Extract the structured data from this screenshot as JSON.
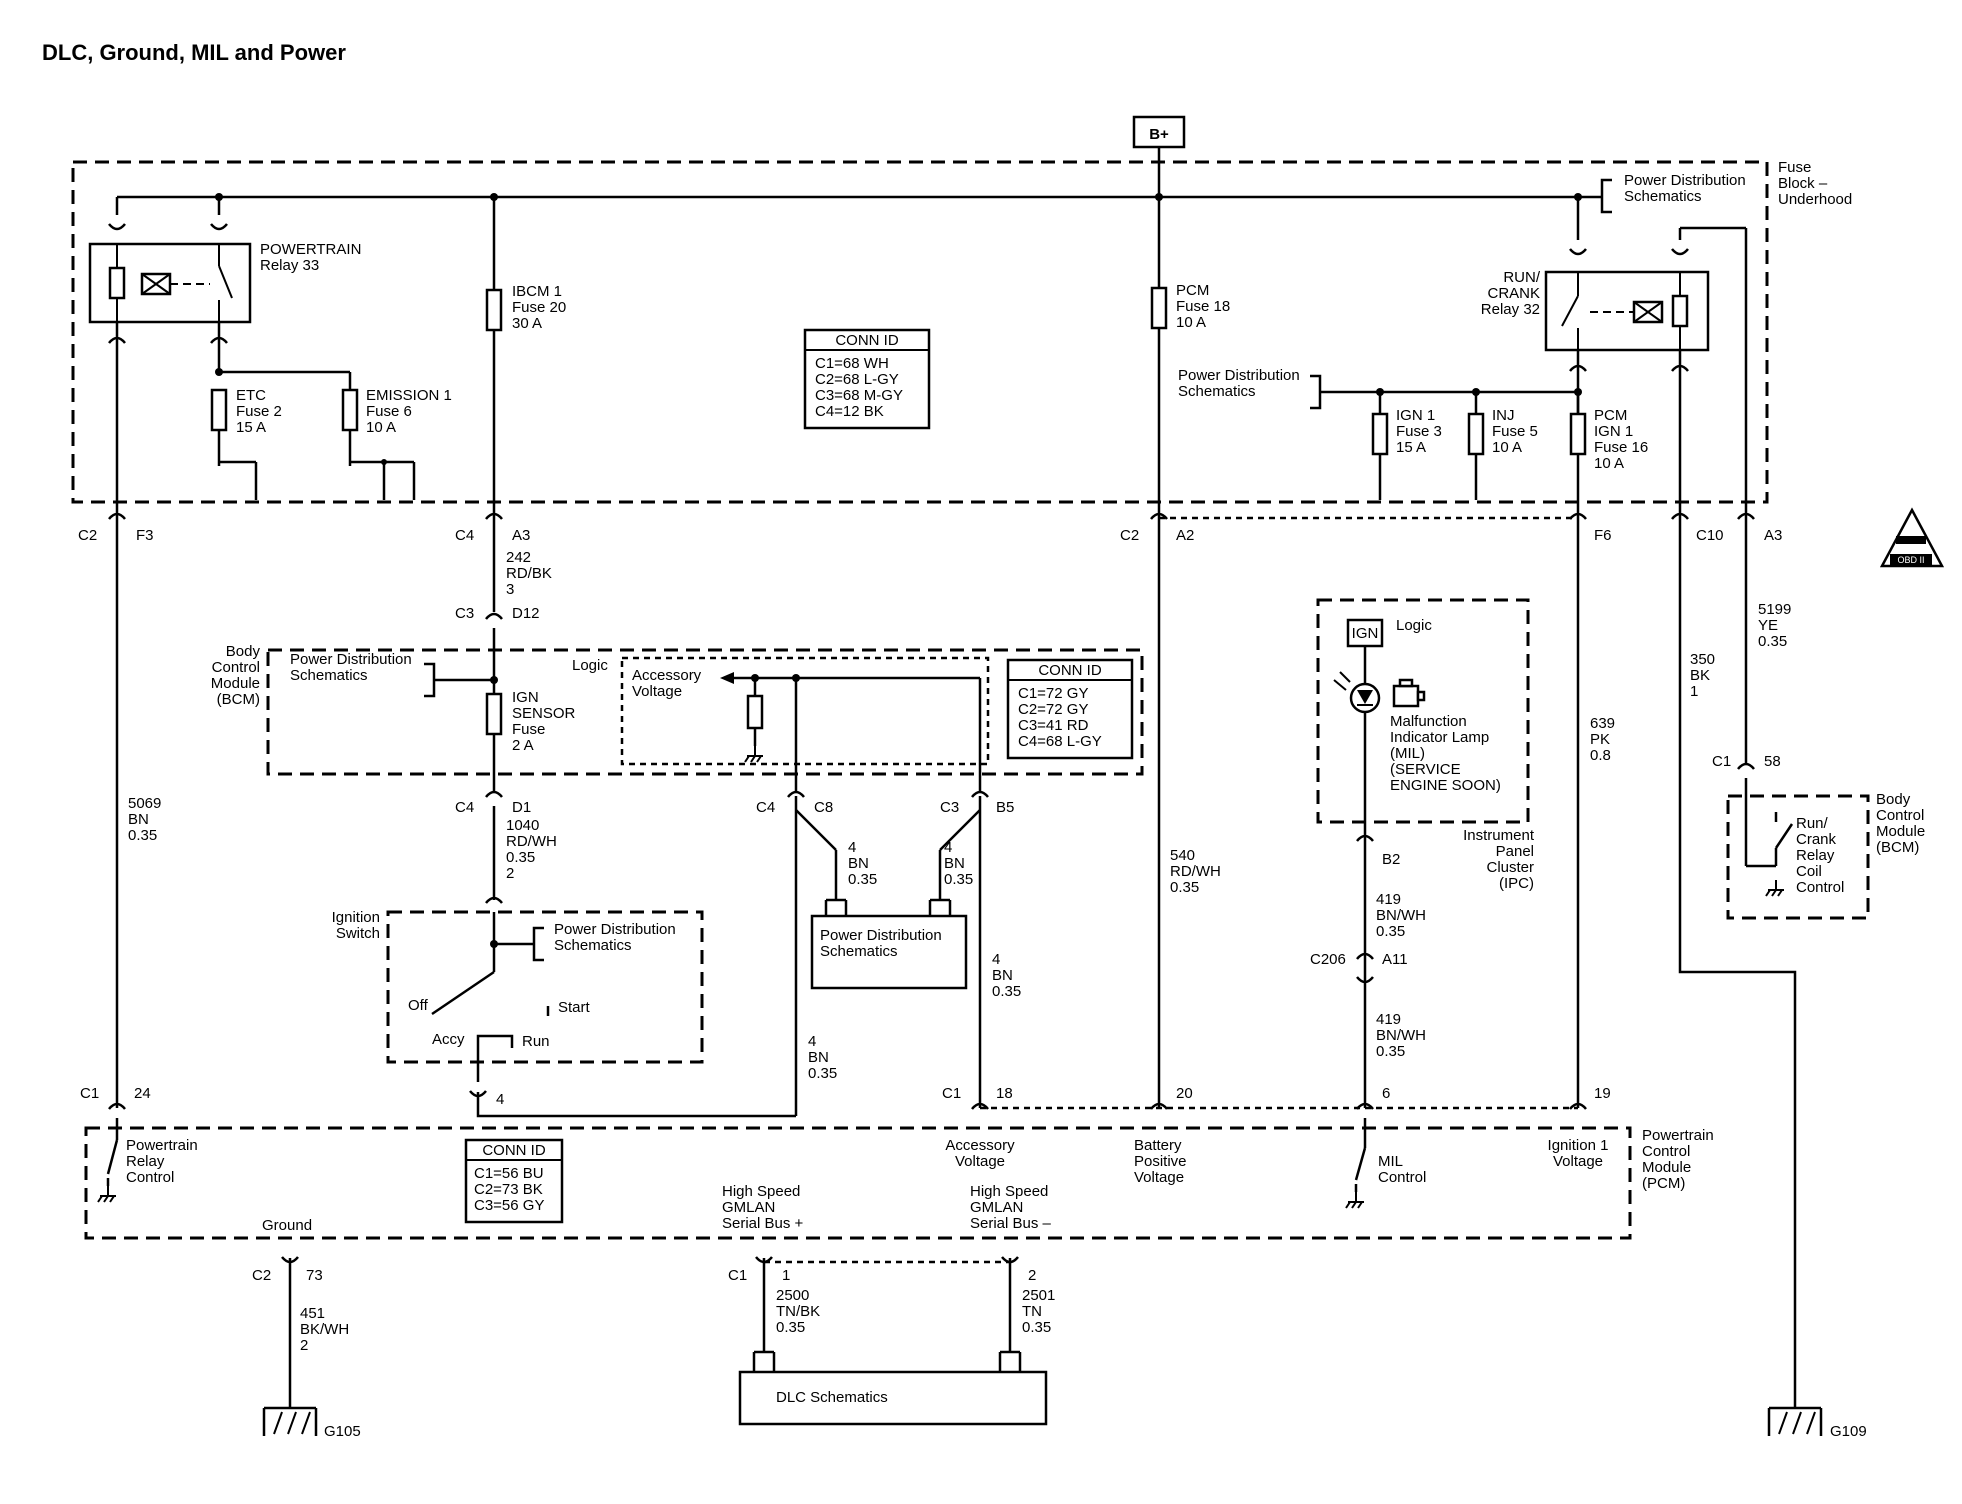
{
  "title": "DLC, Ground, MIL and Power",
  "b_plus": "B+",
  "fuse_block": {
    "label": [
      "Fuse",
      "Block –",
      "Underhood"
    ],
    "pd_top": [
      "Power Distribution",
      "Schematics"
    ],
    "powertrain_relay": [
      "POWERTRAIN",
      "Relay 33"
    ],
    "etc_fuse": [
      "ETC",
      "Fuse 2",
      "15 A"
    ],
    "emission_fuse": [
      "EMISSION 1",
      "Fuse 6",
      "10 A"
    ],
    "ibcm_fuse": [
      "IBCM 1",
      "Fuse 20",
      "30 A"
    ],
    "pcm_fuse": [
      "PCM",
      "Fuse 18",
      "10 A"
    ],
    "run_crank_relay": [
      "RUN/",
      "CRANK",
      "Relay 32"
    ],
    "pd_mid": [
      "Power Distribution",
      "Schematics"
    ],
    "ign1_fuse": [
      "IGN 1",
      "Fuse 3",
      "15 A"
    ],
    "inj_fuse": [
      "INJ",
      "Fuse 5",
      "10 A"
    ],
    "pcm_ign1_fuse": [
      "PCM",
      "IGN 1",
      "Fuse 16",
      "10 A"
    ],
    "conn_id_title": "CONN ID",
    "conn_id": [
      "C1=68 WH",
      "C2=68 L-GY",
      "C3=68 M-GY",
      "C4=12 BK"
    ]
  },
  "fb_connectors": {
    "c2_f3": [
      "C2",
      "F3"
    ],
    "c4_a3": [
      "C4",
      "A3"
    ],
    "c2_a2": [
      "C2",
      "A2"
    ],
    "f6": "F6",
    "c10": "C10",
    "a3": "A3"
  },
  "wires": {
    "w242": [
      "242",
      "RD/BK",
      "3"
    ],
    "w5069": [
      "5069",
      "BN",
      "0.35"
    ],
    "w1040": [
      "1040",
      "RD/WH",
      "0.35",
      "2"
    ],
    "w540": [
      "540",
      "RD/WH",
      "0.35"
    ],
    "w639": [
      "639",
      "PK",
      "0.8"
    ],
    "w350": [
      "350",
      "BK",
      "1"
    ],
    "w5199": [
      "5199",
      "YE",
      "0.35"
    ],
    "w419a": [
      "419",
      "BN/WH",
      "0.35"
    ],
    "w419b": [
      "419",
      "BN/WH",
      "0.35"
    ],
    "w4a": [
      "4",
      "BN",
      "0.35"
    ],
    "w4b": [
      "4",
      "BN",
      "0.35"
    ],
    "w4c": [
      "4",
      "BN",
      "0.35"
    ],
    "w4d": [
      "4",
      "BN",
      "0.35"
    ],
    "w451": [
      "451",
      "BK/WH",
      "2"
    ],
    "w2500": [
      "2500",
      "TN/BK",
      "0.35"
    ],
    "w2501": [
      "2501",
      "TN",
      "0.35"
    ]
  },
  "bcm": {
    "label": [
      "Body",
      "Control",
      "Module",
      "(BCM)"
    ],
    "pd": [
      "Power Distribution",
      "Schematics"
    ],
    "ign_fuse": [
      "IGN",
      "SENSOR",
      "Fuse",
      "2 A"
    ],
    "logic": "Logic",
    "acc_voltage": [
      "Accessory",
      "Voltage"
    ],
    "c3_d12": [
      "C3",
      "D12"
    ],
    "c4_d1": [
      "C4",
      "D1"
    ],
    "c4_c8": [
      "C4",
      "C8"
    ],
    "c3_b5": [
      "C3",
      "B5"
    ],
    "conn_id_title": "CONN ID",
    "conn_id": [
      "C1=72 GY",
      "C2=72 GY",
      "C3=41 RD",
      "C4=68 L-GY"
    ]
  },
  "pd_box": [
    "Power Distribution",
    "Schematics"
  ],
  "ignition": {
    "label": [
      "Ignition",
      "Switch"
    ],
    "pd": [
      "Power Distribution",
      "Schematics"
    ],
    "off": "Off",
    "start": "Start",
    "accy": "Accy",
    "run": "Run",
    "pin4": "4"
  },
  "ipc": {
    "ign": "IGN",
    "logic": "Logic",
    "mil": [
      "Malfunction",
      "Indicator Lamp",
      "(MIL)",
      "(SERVICE",
      "ENGINE SOON)"
    ],
    "label": [
      "Instrument",
      "Panel",
      "Cluster",
      "(IPC)"
    ],
    "b2": "B2",
    "c206": [
      "C206",
      "A11"
    ]
  },
  "bcm_right": {
    "c1_58": [
      "C1",
      "58"
    ],
    "relay": [
      "Run/",
      "Crank",
      "Relay",
      "Coil",
      "Control"
    ],
    "label": [
      "Body",
      "Control",
      "Module",
      "(BCM)"
    ]
  },
  "obd": "OBD II",
  "pcm": {
    "c1_24": [
      "C1",
      "24"
    ],
    "c1_18": [
      "C1",
      "18"
    ],
    "p20": "20",
    "p6": "6",
    "p19": "19",
    "relay_control": [
      "Powertrain",
      "Relay",
      "Control"
    ],
    "conn_id_title": "CONN ID",
    "conn_id": [
      "C1=56 BU",
      "C2=73 BK",
      "C3=56 GY"
    ],
    "ground": "Ground",
    "acc_voltage": [
      "Accessory",
      "Voltage"
    ],
    "battery": [
      "Battery",
      "Positive",
      "Voltage"
    ],
    "mil_control": [
      "MIL",
      "Control"
    ],
    "ign1": [
      "Ignition 1",
      "Voltage"
    ],
    "label": [
      "Powertrain",
      "Control",
      "Module",
      "(PCM)"
    ],
    "gmlan_plus": [
      "High Speed",
      "GMLAN",
      "Serial Bus +"
    ],
    "gmlan_minus": [
      "High Speed",
      "GMLAN",
      "Serial Bus –"
    ],
    "c2_73": [
      "C2",
      "73"
    ],
    "c1_1": [
      "C1",
      "1"
    ],
    "p2": "2"
  },
  "dlc": "DLC Schematics",
  "grounds": {
    "g105": "G105",
    "g109": "G109"
  }
}
